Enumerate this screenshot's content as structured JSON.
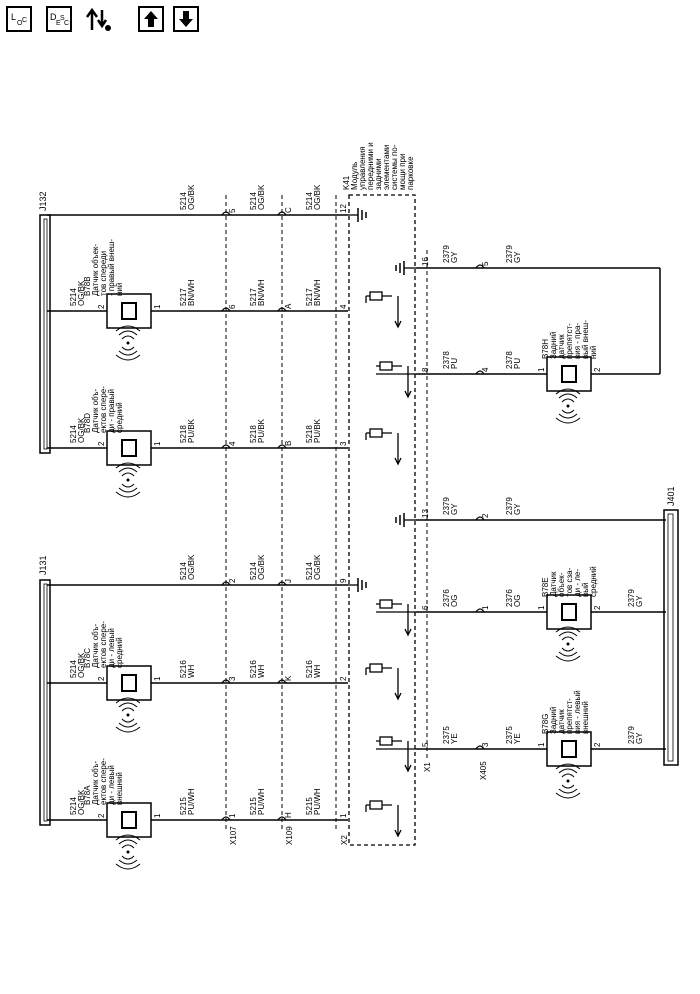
{
  "toolbar": {
    "loc_icon": "loc-icon",
    "desc_icon": "desc-icon",
    "flow_icon": "current-flow-icon",
    "up_icon": "arrow-up-icon",
    "down_icon": "arrow-down-icon",
    "loc_letters": [
      "L",
      "O",
      "C"
    ],
    "desc_letters": [
      "D",
      "E",
      "S",
      "C"
    ]
  },
  "diagram": {
    "module": {
      "id": "K41",
      "name": [
        "Модуль",
        "управления",
        "передними и",
        "задними",
        "элементами",
        "системы по-",
        "мощи при",
        "парковке"
      ],
      "conn_x1": "X1",
      "conn_x2": "X2"
    },
    "connectors": {
      "x107": "X107",
      "x109": "X109",
      "x405": "X405"
    },
    "splices": {
      "j131": "J131",
      "j132": "J132",
      "j401": "J401"
    },
    "sensors": {
      "b78a": {
        "id": "B78A",
        "name": [
          "Датчик объ-",
          "ектов спере-",
          "ди - левый",
          "внешний"
        ]
      },
      "b78c": {
        "id": "B78C",
        "name": [
          "Датчик объ-",
          "ектов спере-",
          "ди - левый",
          "средний"
        ]
      },
      "b78d": {
        "id": "B78D",
        "name": [
          "Датчик объ-",
          "ектов спере-",
          "ди - правый",
          "средний"
        ]
      },
      "b78b": {
        "id": "B78B",
        "name": [
          "Датчик объек-",
          "тов спереди",
          "- правый внеш-",
          "ний"
        ]
      },
      "b78g": {
        "id": "B78G",
        "name": [
          "Задний",
          "датчик",
          "препятст-",
          "вия - левый",
          "внешний"
        ]
      },
      "b78e": {
        "id": "B78E",
        "name": [
          "Датчик",
          "объек-",
          "тов сза-",
          "ди - ле-",
          "вый",
          "средний"
        ]
      },
      "b78h": {
        "id": "B78H",
        "name": [
          "Задний",
          "датчик",
          "препятст-",
          "вия - пра-",
          "вый внеш-",
          "ний"
        ]
      }
    },
    "wire_labels": {
      "w5214_ogbk": [
        "5214",
        "OG/BK"
      ],
      "w5215_puwh": [
        "5215",
        "PU/WH"
      ],
      "w5216_wh": [
        "5216",
        "WH"
      ],
      "w5218_pubk": [
        "5218",
        "PU/BK"
      ],
      "w5217_bnwh": [
        "5217",
        "BN/WH"
      ],
      "w2375_ye": [
        "2375",
        "YE"
      ],
      "w2376_og": [
        "2376",
        "OG"
      ],
      "w2378_pu": [
        "2378",
        "PU"
      ],
      "w2379_gy": [
        "2379",
        "GY"
      ]
    },
    "pins": {
      "p1": "1",
      "p2": "2",
      "p3": "3",
      "p4": "4",
      "p5": "5",
      "p6": "6",
      "p8": "8",
      "p9": "9",
      "p12": "12",
      "p13": "13",
      "p16": "16",
      "pA": "A",
      "pB": "B",
      "pC": "C",
      "pH": "H",
      "pJ": "J",
      "pK": "K"
    }
  }
}
